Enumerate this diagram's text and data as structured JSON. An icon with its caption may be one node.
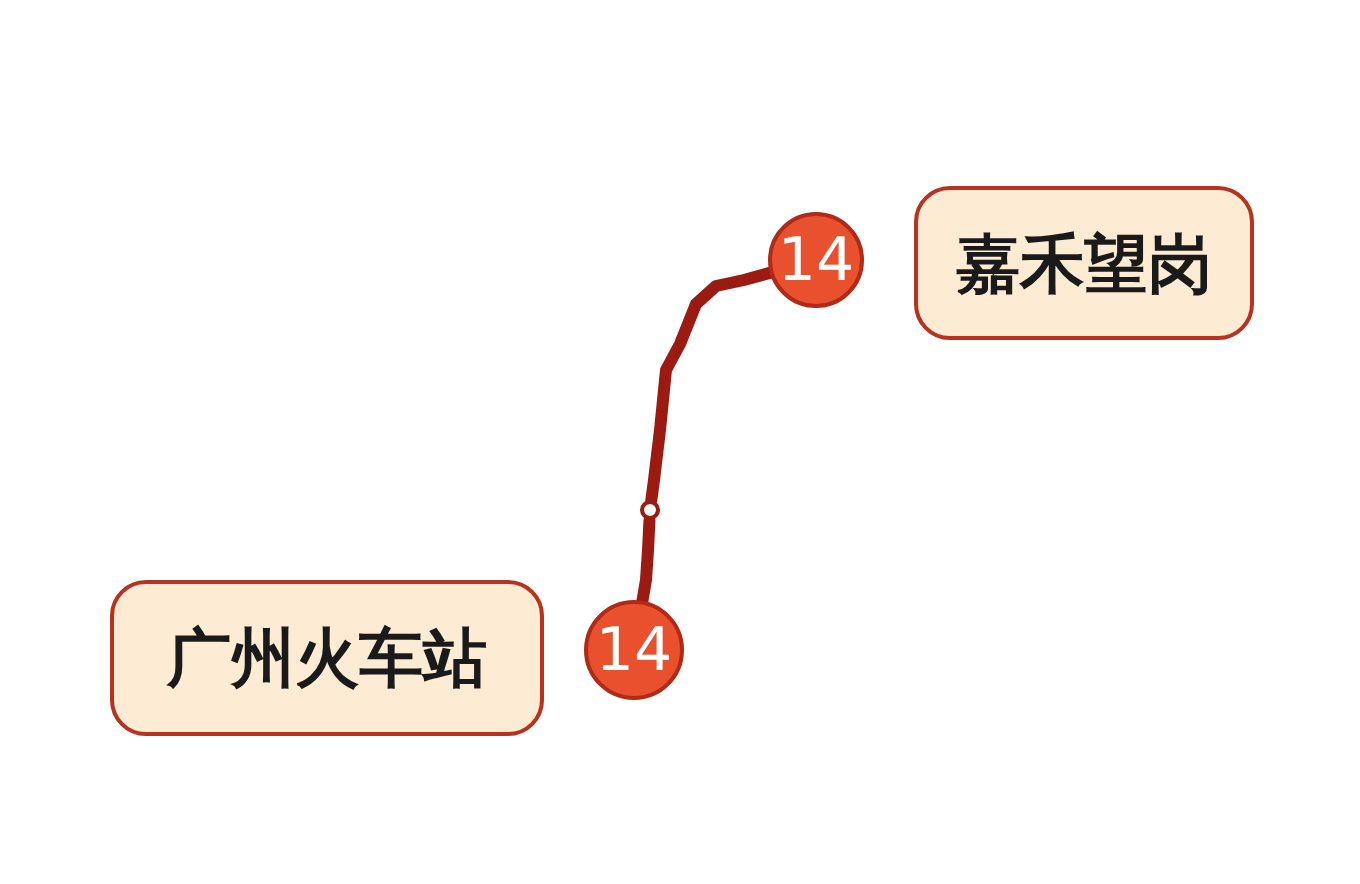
{
  "diagram": {
    "nodes": [
      {
        "text": [
          "嘉禾望岗"
        ]
      },
      {
        "text": [
          "14"
        ]
      },
      {
        "text": [],
        "shape": "circle"
      },
      {
        "text": [
          "14"
        ]
      },
      {
        "text": [
          "广州火车站"
        ]
      }
    ],
    "edges": [
      {
        "from": 1,
        "to": 2,
        "arrow": "none"
      },
      {
        "from": 2,
        "to": 3,
        "arrow": "none"
      }
    ]
  }
}
